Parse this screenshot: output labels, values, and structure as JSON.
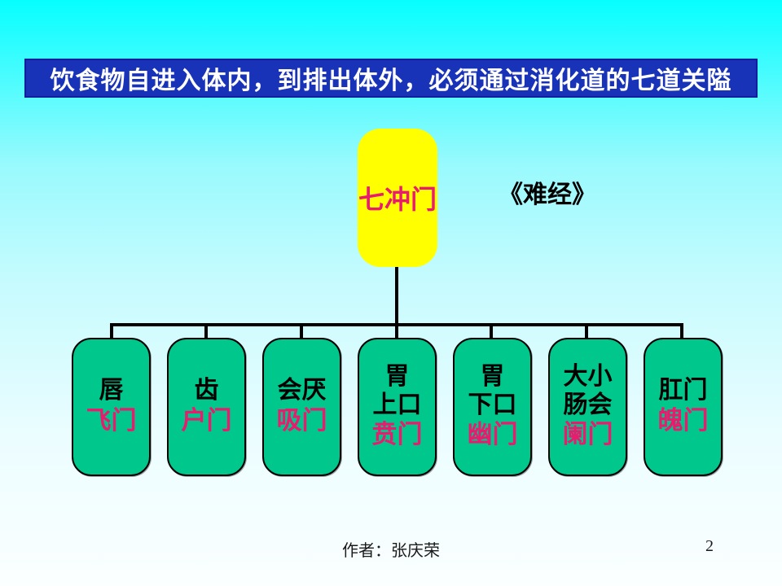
{
  "slide": {
    "banner": {
      "text": "饮食物自进入体内，到排出体外，必须通过消化道的七道关隘"
    },
    "diagram": {
      "root": {
        "label": "七冲门"
      },
      "citation": "《难经》",
      "nodes": [
        {
          "organ": "唇",
          "gate": "飞门"
        },
        {
          "organ": "齿",
          "gate": "户门"
        },
        {
          "organ": "会厌",
          "gate": "吸门"
        },
        {
          "organ": "胃\n上口",
          "gate": "贲门"
        },
        {
          "organ": "胃\n下口",
          "gate": "幽门"
        },
        {
          "organ": "大小\n肠会",
          "gate": "阑门"
        },
        {
          "organ": "肛门",
          "gate": "魄门"
        }
      ]
    },
    "footer": {
      "author": "作者：张庆荣",
      "page_number": "2"
    },
    "colors": {
      "background_top": "#06feff",
      "background_bottom": "#fbffff",
      "banner_background": "#1832b8",
      "banner_text": "#ffffff",
      "root_box_fill": "#ffff00",
      "node_box_fill": "#00c78c",
      "gate_text": "#ea1a6e",
      "organ_text": "#000000",
      "connector": "#000000"
    }
  }
}
